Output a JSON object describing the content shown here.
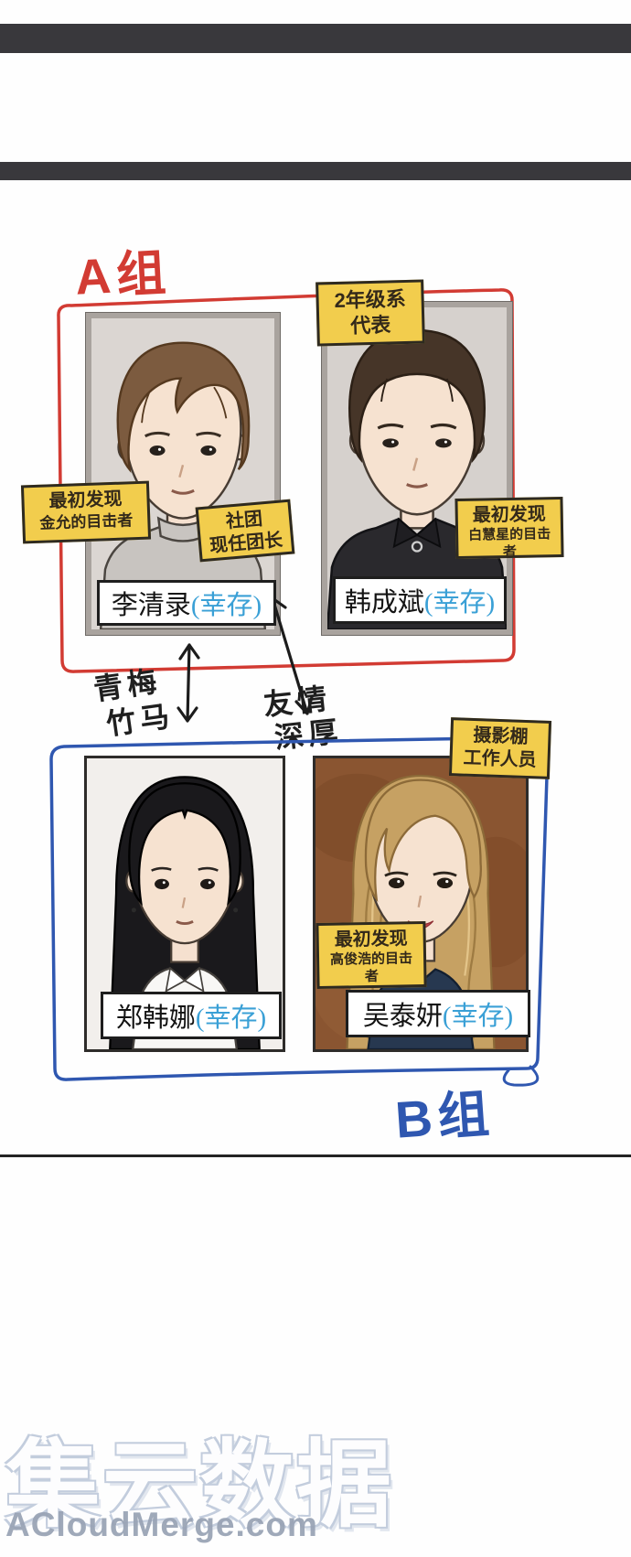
{
  "group_a": {
    "label": "A组",
    "members": [
      {
        "name": "李清录",
        "status": "(幸存)"
      },
      {
        "name": "韩成斌",
        "status": "(幸存)"
      }
    ]
  },
  "group_b": {
    "label": "B组",
    "members": [
      {
        "name": "郑韩娜",
        "status": "(幸存)"
      },
      {
        "name": "吴泰妍",
        "status": "(幸存)"
      }
    ]
  },
  "sticky_notes": {
    "grade_rep": {
      "line1": "2年级系",
      "line2": "代表"
    },
    "jinyun_witness": {
      "line1": "最初发现",
      "line2": "金允的目击者"
    },
    "club_president": {
      "line1": "社团",
      "line2": "现任团长"
    },
    "baihuixing_witness": {
      "line1": "最初发现",
      "line2": "白慧星的目击者"
    },
    "studio_staff": {
      "line1": "摄影棚",
      "line2": "工作人员"
    },
    "gaojunhao_witness": {
      "line1": "最初发现",
      "line2": "高俊浩的目击者"
    }
  },
  "relations": {
    "childhood_friends": {
      "line1": "青梅",
      "line2": "竹马"
    },
    "deep_friendship": {
      "line1": "友情",
      "line2": "深厚"
    }
  },
  "watermark": {
    "logo_text": "集云数据",
    "site_text": "ACloudMerge.com"
  },
  "colors": {
    "group_a_red": "#d23b33",
    "group_b_blue": "#2f57b0",
    "sticky_note_yellow": "#f2cd4d",
    "survivor_status_blue": "#3aa0d6"
  }
}
